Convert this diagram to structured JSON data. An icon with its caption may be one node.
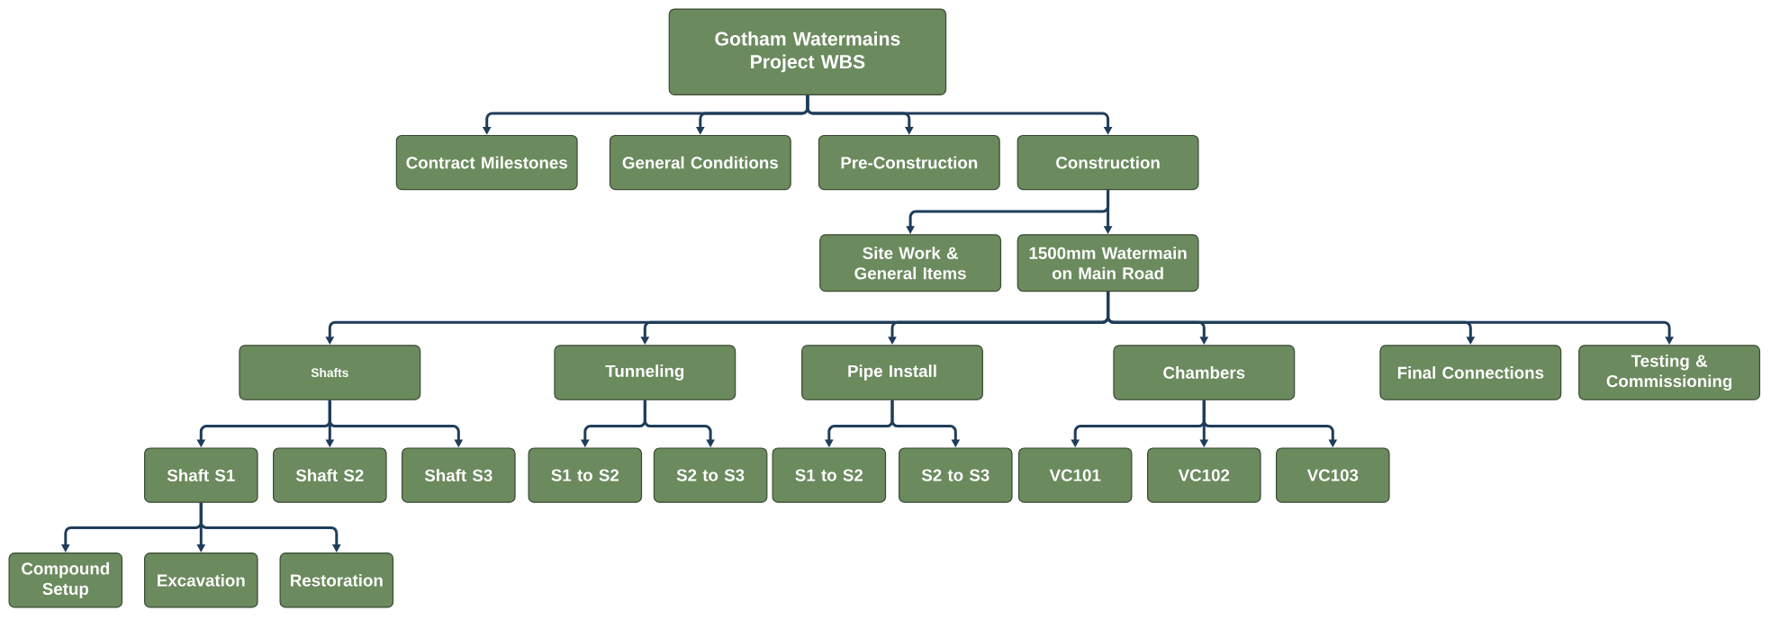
{
  "diagram": {
    "nodes": [
      {
        "text": [
          "Gotham Watermains Project WBS"
        ]
      },
      {
        "text": [
          "Contract Milestones"
        ]
      },
      {
        "text": [
          "General Conditions"
        ]
      },
      {
        "text": [
          "Pre-Construction"
        ]
      },
      {
        "text": [
          "Construction"
        ]
      },
      {
        "text": [
          "Site Work & General Items"
        ]
      },
      {
        "text": [
          "1500mm Watermain on Main Road"
        ]
      },
      {
        "text": [
          "Shafts"
        ]
      },
      {
        "text": [
          "Tunneling"
        ]
      },
      {
        "text": [
          "Pipe Install"
        ]
      },
      {
        "text": [
          "Chambers"
        ]
      },
      {
        "text": [
          "Final Connections"
        ]
      },
      {
        "text": [
          "Testing & Commissioning"
        ]
      },
      {
        "text": [
          "Shaft S1"
        ]
      },
      {
        "text": [
          "Shaft S2"
        ]
      },
      {
        "text": [
          "Shaft S3"
        ]
      },
      {
        "text": [
          "S1 to S2"
        ]
      },
      {
        "text": [
          "S2 to S3"
        ]
      },
      {
        "text": [
          "S1 to S2"
        ]
      },
      {
        "text": [
          "S2 to S3"
        ]
      },
      {
        "text": [
          "VC101"
        ]
      },
      {
        "text": [
          "VC102"
        ]
      },
      {
        "text": [
          "VC103"
        ]
      },
      {
        "text": [
          "Compound Setup"
        ]
      },
      {
        "text": [
          "Excavation"
        ]
      },
      {
        "text": [
          "Restoration"
        ]
      }
    ],
    "edges": [
      {
        "from": 0,
        "to": 1,
        "arrow": "to"
      },
      {
        "from": 0,
        "to": 2,
        "arrow": "to"
      },
      {
        "from": 0,
        "to": 3,
        "arrow": "to"
      },
      {
        "from": 0,
        "to": 4,
        "arrow": "to"
      },
      {
        "from": 4,
        "to": 5,
        "arrow": "to"
      },
      {
        "from": 4,
        "to": 6,
        "arrow": "to"
      },
      {
        "from": 6,
        "to": 7,
        "arrow": "to"
      },
      {
        "from": 6,
        "to": 8,
        "arrow": "to"
      },
      {
        "from": 6,
        "to": 9,
        "arrow": "to"
      },
      {
        "from": 6,
        "to": 10,
        "arrow": "to"
      },
      {
        "from": 6,
        "to": 11,
        "arrow": "to"
      },
      {
        "from": 6,
        "to": 12,
        "arrow": "to"
      },
      {
        "from": 7,
        "to": 13,
        "arrow": "to"
      },
      {
        "from": 7,
        "to": 14,
        "arrow": "to"
      },
      {
        "from": 7,
        "to": 15,
        "arrow": "to"
      },
      {
        "from": 8,
        "to": 16,
        "arrow": "to"
      },
      {
        "from": 8,
        "to": 17,
        "arrow": "to"
      },
      {
        "from": 9,
        "to": 18,
        "arrow": "to"
      },
      {
        "from": 9,
        "to": 19,
        "arrow": "to"
      },
      {
        "from": 10,
        "to": 20,
        "arrow": "to"
      },
      {
        "from": 10,
        "to": 21,
        "arrow": "to"
      },
      {
        "from": 10,
        "to": 22,
        "arrow": "to"
      },
      {
        "from": 13,
        "to": 23,
        "arrow": "to"
      },
      {
        "from": 13,
        "to": 24,
        "arrow": "to"
      },
      {
        "from": 13,
        "to": 25,
        "arrow": "to"
      }
    ]
  }
}
